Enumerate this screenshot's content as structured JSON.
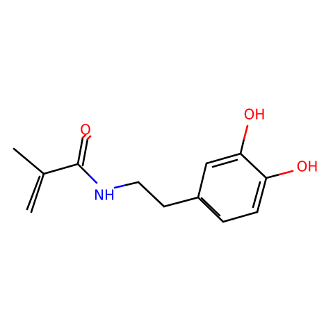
{
  "colors": {
    "background": "#ffffff",
    "bond": "#000000",
    "oxygen": "#ff0000",
    "nitrogen": "#0000ff"
  },
  "atoms": {
    "carbonyl_oxygen": "O",
    "amide_nitrogen": "NH",
    "hydroxyl_top": "OH",
    "hydroxyl_right": "OH"
  }
}
